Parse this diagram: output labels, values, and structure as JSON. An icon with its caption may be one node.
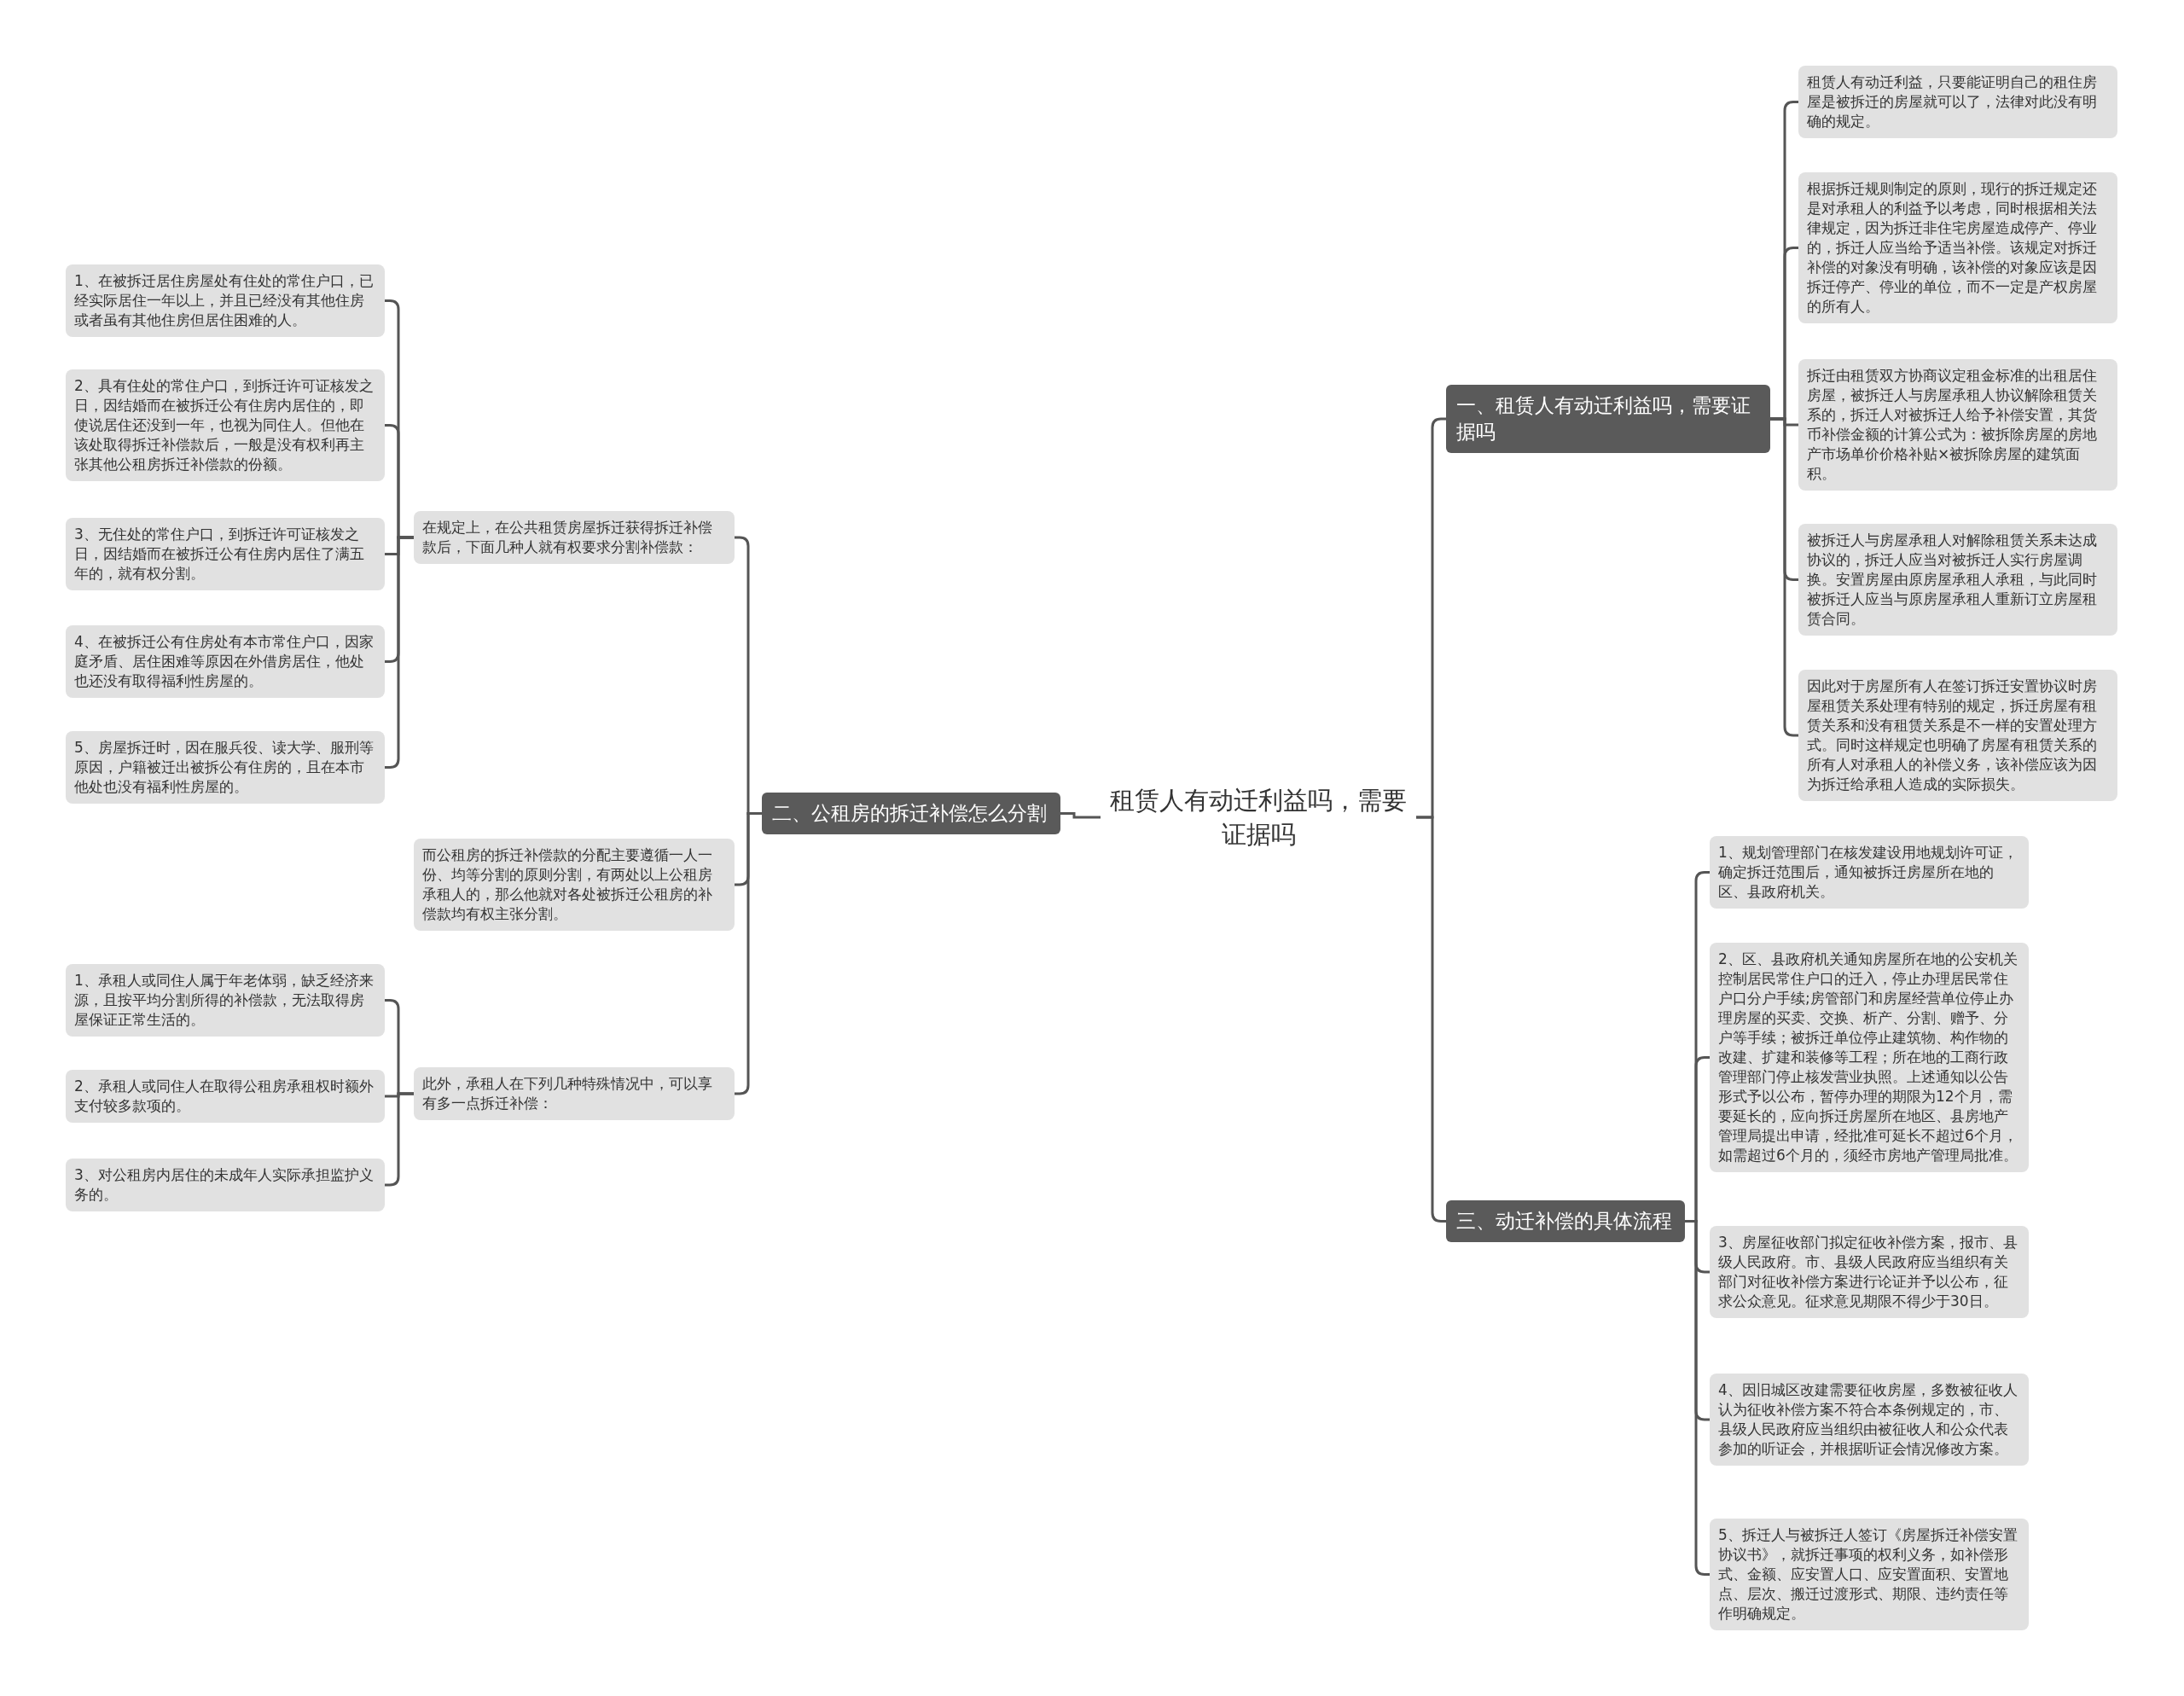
{
  "diagram": {
    "nodes": [
      {
        "text": [
          "租赁人有动迁利益吗，需要证据吗"
        ]
      },
      {
        "text": [
          "一、租赁人有动迁利益吗，需要证据吗"
        ]
      },
      {
        "text": [
          "租赁人有动迁利益，只要能证明自己的租住房屋是被拆迁的房屋就可以了，法律对此没有明确的规定。"
        ]
      },
      {
        "text": [
          "根据拆迁规则制定的原则，现行的拆迁规定还是对承租人的利益予以考虑，同时根据相关法律规定，因为拆迁非住宅房屋造成停产、停业的，拆迁人应当给予适当补偿。该规定对拆迁补偿的对象没有明确，该补偿的对象应该是因拆迁停产、停业的单位，而不一定是产权房屋的所有人。"
        ]
      },
      {
        "text": [
          "拆迁由租赁双方协商议定租金标准的出租居住房屋，被拆迁人与房屋承租人协议解除租赁关系的，拆迁人对被拆迁人给予补偿安置，其货币补偿金额的计算公式为：被拆除房屋的房地产市场单价价格补贴×被拆除房屋的建筑面积。"
        ]
      },
      {
        "text": [
          "被拆迁人与房屋承租人对解除租赁关系未达成协议的，拆迁人应当对被拆迁人实行房屋调换。安置房屋由原房屋承租人承租，与此同时被拆迁人应当与原房屋承租人重新订立房屋租赁合同。"
        ]
      },
      {
        "text": [
          "因此对于房屋所有人在签订拆迁安置协议时房屋租赁关系处理有特别的规定，拆迁房屋有租赁关系和没有租赁关系是不一样的安置处理方式。同时这样规定也明确了房屋有租赁关系的所有人对承租人的补偿义务，该补偿应该为因为拆迁给承租人造成的实际损失。"
        ]
      },
      {
        "text": [
          "二、公租房的拆迁补偿怎么分割"
        ]
      },
      {
        "text": [
          "在规定上，在公共租赁房屋拆迁获得拆迁补偿款后，下面几种人就有权要求分割补偿款："
        ]
      },
      {
        "text": [
          "1、在被拆迁居住房屋处有住处的常住户口，已经实际居住一年以上，并且已经没有其他住房或者虽有其他住房但居住困难的人。"
        ]
      },
      {
        "text": [
          "2、具有住处的常住户口，到拆迁许可证核发之日，因结婚而在被拆迁公有住房内居住的，即使说居住还没到一年，也视为同住人。但他在该处取得拆迁补偿款后，一般是没有权利再主张其他公租房拆迁补偿款的份额。"
        ]
      },
      {
        "text": [
          "3、无住处的常住户口，到拆迁许可证核发之日，因结婚而在被拆迁公有住房内居住了满五年的，就有权分割。"
        ]
      },
      {
        "text": [
          "4、在被拆迁公有住房处有本市常住户口，因家庭矛盾、居住困难等原因在外借房居住，他处也还没有取得福利性房屋的。"
        ]
      },
      {
        "text": [
          "5、房屋拆迁时，因在服兵役、读大学、服刑等原因，户籍被迁出被拆公有住房的，且在本市他处也没有福利性房屋的。"
        ]
      },
      {
        "text": [
          "而公租房的拆迁补偿款的分配主要遵循一人一份、均等分割的原则分割，有两处以上公租房承租人的，那么他就对各处被拆迁公租房的补偿款均有权主张分割。"
        ]
      },
      {
        "text": [
          "此外，承租人在下列几种特殊情况中，可以享有多一点拆迁补偿："
        ]
      },
      {
        "text": [
          "1、承租人或同住人属于年老体弱，缺乏经济来源，且按平均分割所得的补偿款，无法取得房屋保证正常生活的。"
        ]
      },
      {
        "text": [
          "2、承租人或同住人在取得公租房承租权时额外支付较多款项的。"
        ]
      },
      {
        "text": [
          "3、对公租房内居住的未成年人实际承担监护义务的。"
        ]
      },
      {
        "text": [
          "三、动迁补偿的具体流程"
        ]
      },
      {
        "text": [
          "1、规划管理部门在核发建设用地规划许可证，确定拆迁范围后，通知被拆迁房屋所在地的区、县政府机关。"
        ]
      },
      {
        "text": [
          "2、区、县政府机关通知房屋所在地的公安机关控制居民常住户口的迁入，停止办理居民常住户口分户手续;房管部门和房屋经营单位停止办理房屋的买卖、交换、析产、分割、赠予、分户等手续；被拆迁单位停止建筑物、构作物的改建、扩建和装修等工程；所在地的工商行政管理部门停止核发营业执照。上述通知以公告形式予以公布，暂停办理的期限为12个月，需要延长的，应向拆迁房屋所在地区、县房地产管理局提出申请，经批准可延长不超过6个月，如需超过6个月的，须经市房地产管理局批准。"
        ]
      },
      {
        "text": [
          "3、房屋征收部门拟定征收补偿方案，报市、县级人民政府。市、县级人民政府应当组织有关部门对征收补偿方案进行论证并予以公布，征求公众意见。征求意见期限不得少于30日。"
        ]
      },
      {
        "text": [
          "4、因旧城区改建需要征收房屋，多数被征收人认为征收补偿方案不符合本条例规定的，市、县级人民政府应当组织由被征收人和公众代表参加的听证会，并根据听证会情况修改方案。"
        ]
      },
      {
        "text": [
          "5、拆迁人与被拆迁人签订《房屋拆迁补偿安置协议书》，就拆迁事项的权利义务，如补偿形式、金额、应安置人口、应安置面积、安置地点、层次、搬迁过渡形式、期限、违约责任等作明确规定。"
        ]
      }
    ],
    "edges": [
      {
        "from": 0,
        "to": 1,
        "arrow": "none"
      },
      {
        "from": 1,
        "to": 2,
        "arrow": "none"
      },
      {
        "from": 1,
        "to": 3,
        "arrow": "none"
      },
      {
        "from": 1,
        "to": 4,
        "arrow": "none"
      },
      {
        "from": 1,
        "to": 5,
        "arrow": "none"
      },
      {
        "from": 1,
        "to": 6,
        "arrow": "none"
      },
      {
        "from": 0,
        "to": 7,
        "arrow": "none"
      },
      {
        "from": 7,
        "to": 8,
        "arrow": "none"
      },
      {
        "from": 8,
        "to": 9,
        "arrow": "none"
      },
      {
        "from": 8,
        "to": 10,
        "arrow": "none"
      },
      {
        "from": 8,
        "to": 11,
        "arrow": "none"
      },
      {
        "from": 8,
        "to": 12,
        "arrow": "none"
      },
      {
        "from": 8,
        "to": 13,
        "arrow": "none"
      },
      {
        "from": 7,
        "to": 14,
        "arrow": "none"
      },
      {
        "from": 7,
        "to": 15,
        "arrow": "none"
      },
      {
        "from": 15,
        "to": 16,
        "arrow": "none"
      },
      {
        "from": 15,
        "to": 17,
        "arrow": "none"
      },
      {
        "from": 15,
        "to": 18,
        "arrow": "none"
      },
      {
        "from": 0,
        "to": 19,
        "arrow": "none"
      },
      {
        "from": 19,
        "to": 20,
        "arrow": "none"
      },
      {
        "from": 19,
        "to": 21,
        "arrow": "none"
      },
      {
        "from": 19,
        "to": 22,
        "arrow": "none"
      },
      {
        "from": 19,
        "to": 23,
        "arrow": "none"
      },
      {
        "from": 19,
        "to": 24,
        "arrow": "none"
      }
    ]
  }
}
